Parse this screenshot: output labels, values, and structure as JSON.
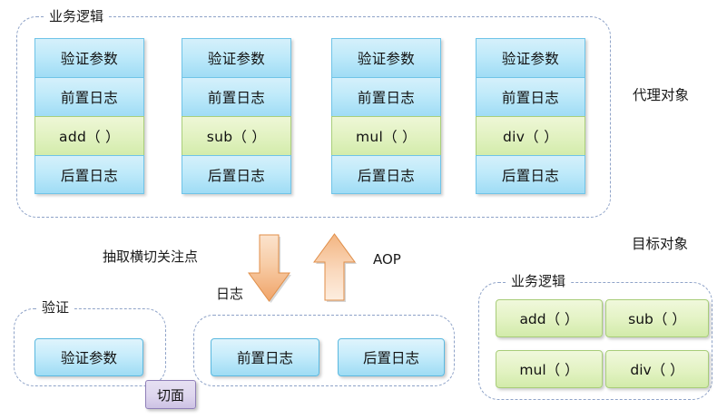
{
  "diagram": {
    "title_concept": "AOP",
    "colors": {
      "dashed_border": "#8fa3c8",
      "cell_blue": "#9fdcf5",
      "cell_green": "#d3ecab",
      "arrow_orange": "#f0a868",
      "aspect_purple": "#cdc2e4"
    },
    "proxy_group": {
      "label": "业务逻辑",
      "side_caption": "代理对象",
      "row_labels": [
        "验证参数",
        "前置日志",
        "后置日志"
      ],
      "columns": [
        {
          "method": "add（ ）",
          "cells": [
            "验证参数",
            "前置日志",
            "add（ ）",
            "后置日志"
          ]
        },
        {
          "method": "sub（ ）",
          "cells": [
            "验证参数",
            "前置日志",
            "sub（ ）",
            "后置日志"
          ]
        },
        {
          "method": "mul（ ）",
          "cells": [
            "验证参数",
            "前置日志",
            "mul（ ）",
            "后置日志"
          ]
        },
        {
          "method": "div（ ）",
          "cells": [
            "验证参数",
            "前置日志",
            "div（ ）",
            "后置日志"
          ]
        }
      ]
    },
    "middle": {
      "extract_label": "抽取横切关注点",
      "aop_label": "AOP",
      "down_arrow_name": "extract-down-arrow",
      "up_arrow_name": "aop-up-arrow"
    },
    "aspect_groups": {
      "validate": {
        "label": "验证",
        "items": [
          "验证参数"
        ]
      },
      "logging": {
        "label": "日志",
        "items": [
          "前置日志",
          "后置日志"
        ]
      },
      "aspect_badge": "切面"
    },
    "target_object": {
      "caption": "目标对象",
      "label": "业务逻辑",
      "methods": [
        "add（ ）",
        "sub（ ）",
        "mul（ ）",
        "div（ ）"
      ]
    }
  }
}
